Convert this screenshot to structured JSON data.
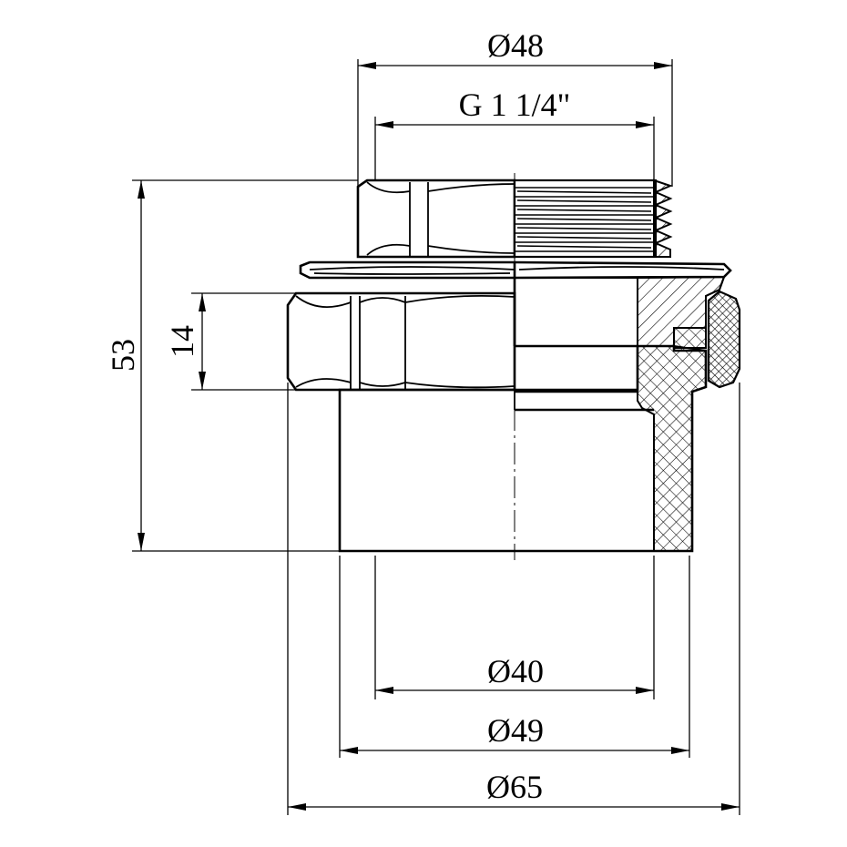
{
  "drawing": {
    "dimensions": {
      "outer_thread_diameter": "Ø48",
      "thread_spec": "G 1 1/4\"",
      "bore_diameter": "Ø40",
      "socket_outer_diameter": "Ø49",
      "nut_diameter": "Ø65",
      "overall_height": "53",
      "nut_height": "14"
    }
  }
}
